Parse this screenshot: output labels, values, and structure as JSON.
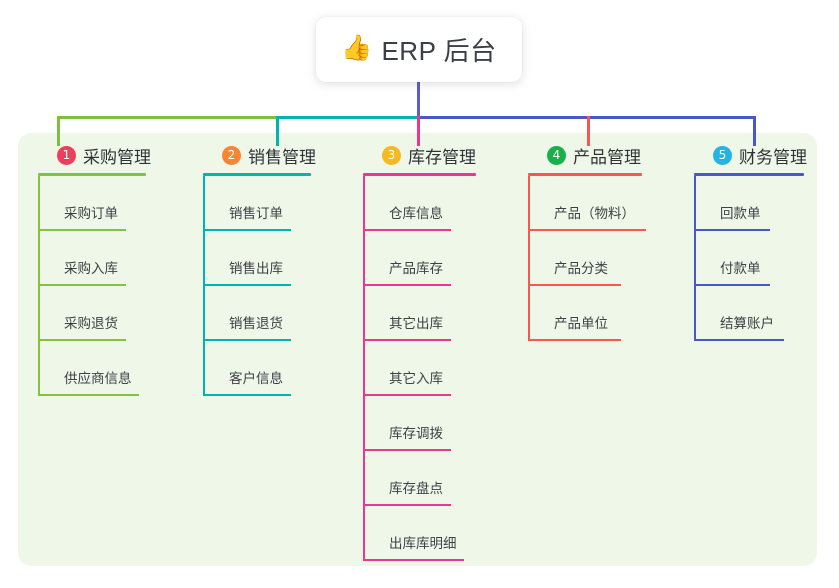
{
  "root": {
    "icon": "thumbs-up-emoji",
    "icon_glyph": "👍",
    "title": "ERP 后台"
  },
  "panel": {
    "background_color": "#eff7e9"
  },
  "connector": {
    "stem_color": "#5b5fc7",
    "segments": [
      {
        "name": "left-green",
        "color": "#7fbf3f"
      },
      {
        "name": "mid-teal",
        "color": "#00b5ad"
      },
      {
        "name": "right-blue",
        "color": "#4a57c8"
      }
    ],
    "drops": [
      {
        "name": "drop-1",
        "color": "#7fbf3f"
      },
      {
        "name": "drop-2",
        "color": "#00b5ad"
      },
      {
        "name": "drop-3",
        "color": "#e8388f"
      },
      {
        "name": "drop-4",
        "color": "#f9564f"
      },
      {
        "name": "drop-5",
        "color": "#4a57c8"
      }
    ]
  },
  "columns": [
    {
      "number": "1",
      "badge_color": "#ef3e5c",
      "line_color": "#82c341",
      "title": "采购管理",
      "items": [
        "采购订单",
        "采购入库",
        "采购退货",
        "供应商信息"
      ]
    },
    {
      "number": "2",
      "badge_color": "#f58634",
      "line_color": "#00b5ad",
      "title": "销售管理",
      "items": [
        "销售订单",
        "销售出库",
        "销售退货",
        "客户信息"
      ]
    },
    {
      "number": "3",
      "badge_color": "#f5b921",
      "line_color": "#e8388f",
      "title": "库存管理",
      "items": [
        "仓库信息",
        "产品库存",
        "其它出库",
        "其它入库",
        "库存调拨",
        "库存盘点",
        "出库库明细"
      ]
    },
    {
      "number": "4",
      "badge_color": "#16b14b",
      "line_color": "#f9564f",
      "title": "产品管理",
      "items": [
        "产品（物料）",
        "产品分类",
        "产品单位"
      ]
    },
    {
      "number": "5",
      "badge_color": "#24b3e3",
      "line_color": "#4a57c8",
      "title": "财务管理",
      "items": [
        "回款单",
        "付款单",
        "结算账户"
      ]
    }
  ]
}
